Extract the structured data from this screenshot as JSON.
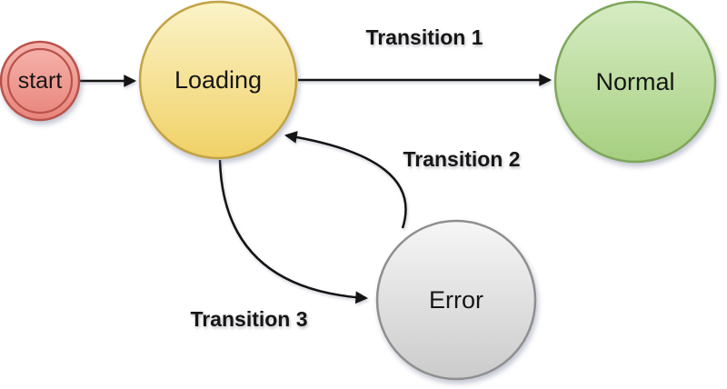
{
  "diagram": {
    "type": "state-machine",
    "background": "#ffffff",
    "line_color": "#141414",
    "label_color": "#161616",
    "states": [
      {
        "id": "start",
        "label": "start",
        "fill_top": "#f6b5ad",
        "fill_bottom": "#e8847b",
        "border": "#b9524b",
        "shape": "double-circle"
      },
      {
        "id": "loading",
        "label": "Loading",
        "fill_top": "#fbf3c8",
        "fill_bottom": "#f0d166",
        "border": "#c2a344",
        "shape": "circle"
      },
      {
        "id": "normal",
        "label": "Normal",
        "fill_top": "#d6ecc3",
        "fill_bottom": "#a6cf80",
        "border": "#7fa65a",
        "shape": "circle"
      },
      {
        "id": "error",
        "label": "Error",
        "fill_top": "#f6f6f6",
        "fill_bottom": "#cbcbcb",
        "border": "#8f8f8f",
        "shape": "circle"
      }
    ],
    "transitions": [
      {
        "from": "start",
        "to": "loading",
        "label": ""
      },
      {
        "from": "loading",
        "to": "normal",
        "label": "Transition 1"
      },
      {
        "from": "error",
        "to": "loading",
        "label": "Transition 2"
      },
      {
        "from": "loading",
        "to": "error",
        "label": "Transition 3"
      }
    ]
  }
}
